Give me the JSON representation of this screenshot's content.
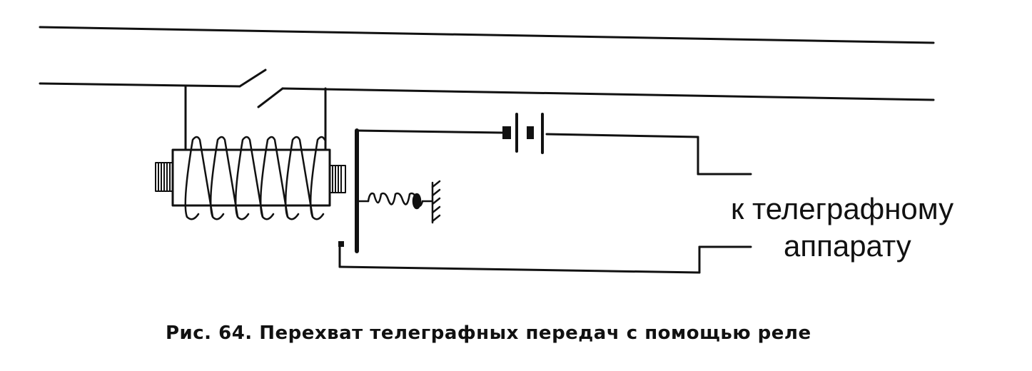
{
  "diagram": {
    "label_line1": "к телеграфному",
    "label_line2": "аппарату",
    "caption": "Рис. 64. Перехват телеграфных передач с помощью реле"
  }
}
